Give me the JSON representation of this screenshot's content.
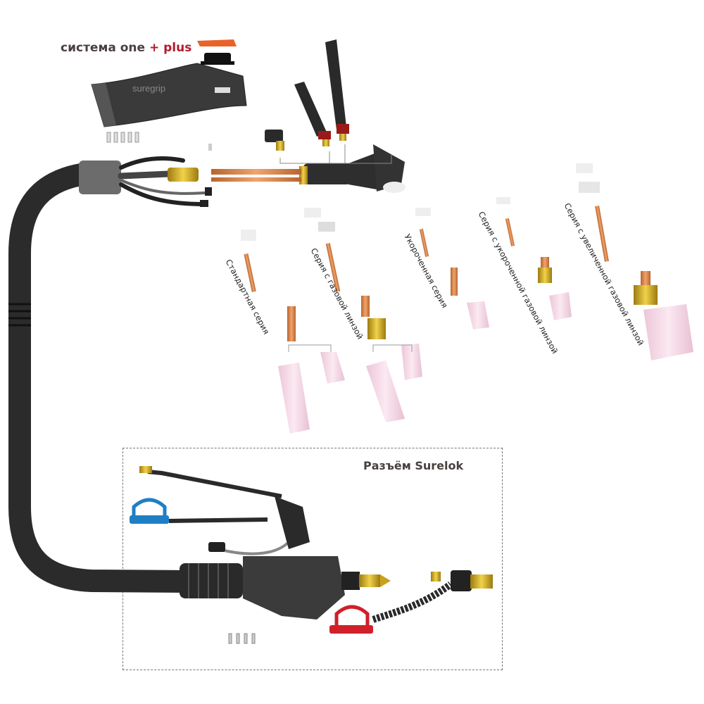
{
  "header": {
    "system": "система one",
    "plus_sign": "+",
    "plus": "plus"
  },
  "handle": {
    "brand": "suregrip"
  },
  "series": [
    {
      "label": "Стандартная серия"
    },
    {
      "label": "Серия с газовой линзой"
    },
    {
      "label": "Укороченная серия"
    },
    {
      "label": "Серия с укороченной газовой линзой"
    },
    {
      "label": "Серия с увеличенной газовой линзой"
    }
  ],
  "connector": {
    "label": "Разъём Surelok"
  },
  "colors": {
    "accent": "#b01c2e",
    "hose": "#2b2b2b",
    "copper": "#d98a52",
    "brass": "#c9a21c",
    "ceramic": "#f3d6e4",
    "blue": "#1f7fc4",
    "red": "#d0202a"
  }
}
